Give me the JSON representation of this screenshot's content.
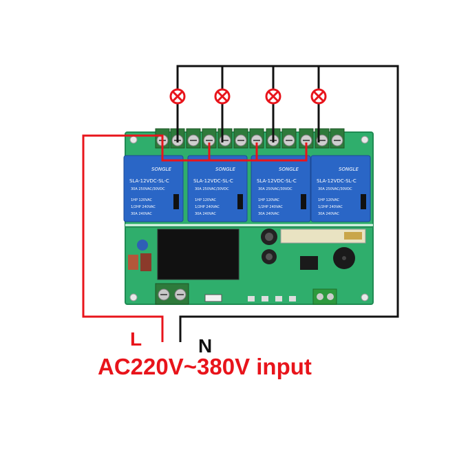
{
  "labels": {
    "live": "L",
    "neutral": "N",
    "input": "AC220V~380V input"
  },
  "relays": [
    {
      "brand": "SONGLE",
      "model": "SLA-12VDC-SL-C",
      "line1": "30A 250VAC/30VDC",
      "line2": "1HP 120VAC",
      "line3": "1/2HP 240VAC",
      "line4": "30A 240VAC"
    },
    {
      "brand": "SONGLE",
      "model": "SLA-12VDC-SL-C",
      "line1": "30A 250VAC/30VDC",
      "line2": "1HP 120VAC",
      "line3": "1/2HP 240VAC",
      "line4": "30A 240VAC"
    },
    {
      "brand": "SONGLE",
      "model": "SLA-12VDC-SL-C",
      "line1": "30A 250VAC/30VDC",
      "line2": "1HP 120VAC",
      "line3": "1/2HP 240VAC",
      "line4": "30A 240VAC"
    },
    {
      "brand": "SONGLE",
      "model": "SLA-12VDC-SL-C",
      "line1": "30A 250VAC/30VDC",
      "line2": "1HP 120VAC",
      "line3": "1/2HP 240VAC",
      "line4": "30A 240VAC"
    }
  ],
  "colors": {
    "board": "#2fae6c",
    "relay": "#2a66c6",
    "live_wire": "#e8141b",
    "neutral_wire": "#111111",
    "lamp": "#e8141b"
  },
  "icons": [
    "lamp-icon",
    "terminal-screw-icon",
    "relay-icon",
    "capacitor-icon",
    "buzzer-icon"
  ]
}
